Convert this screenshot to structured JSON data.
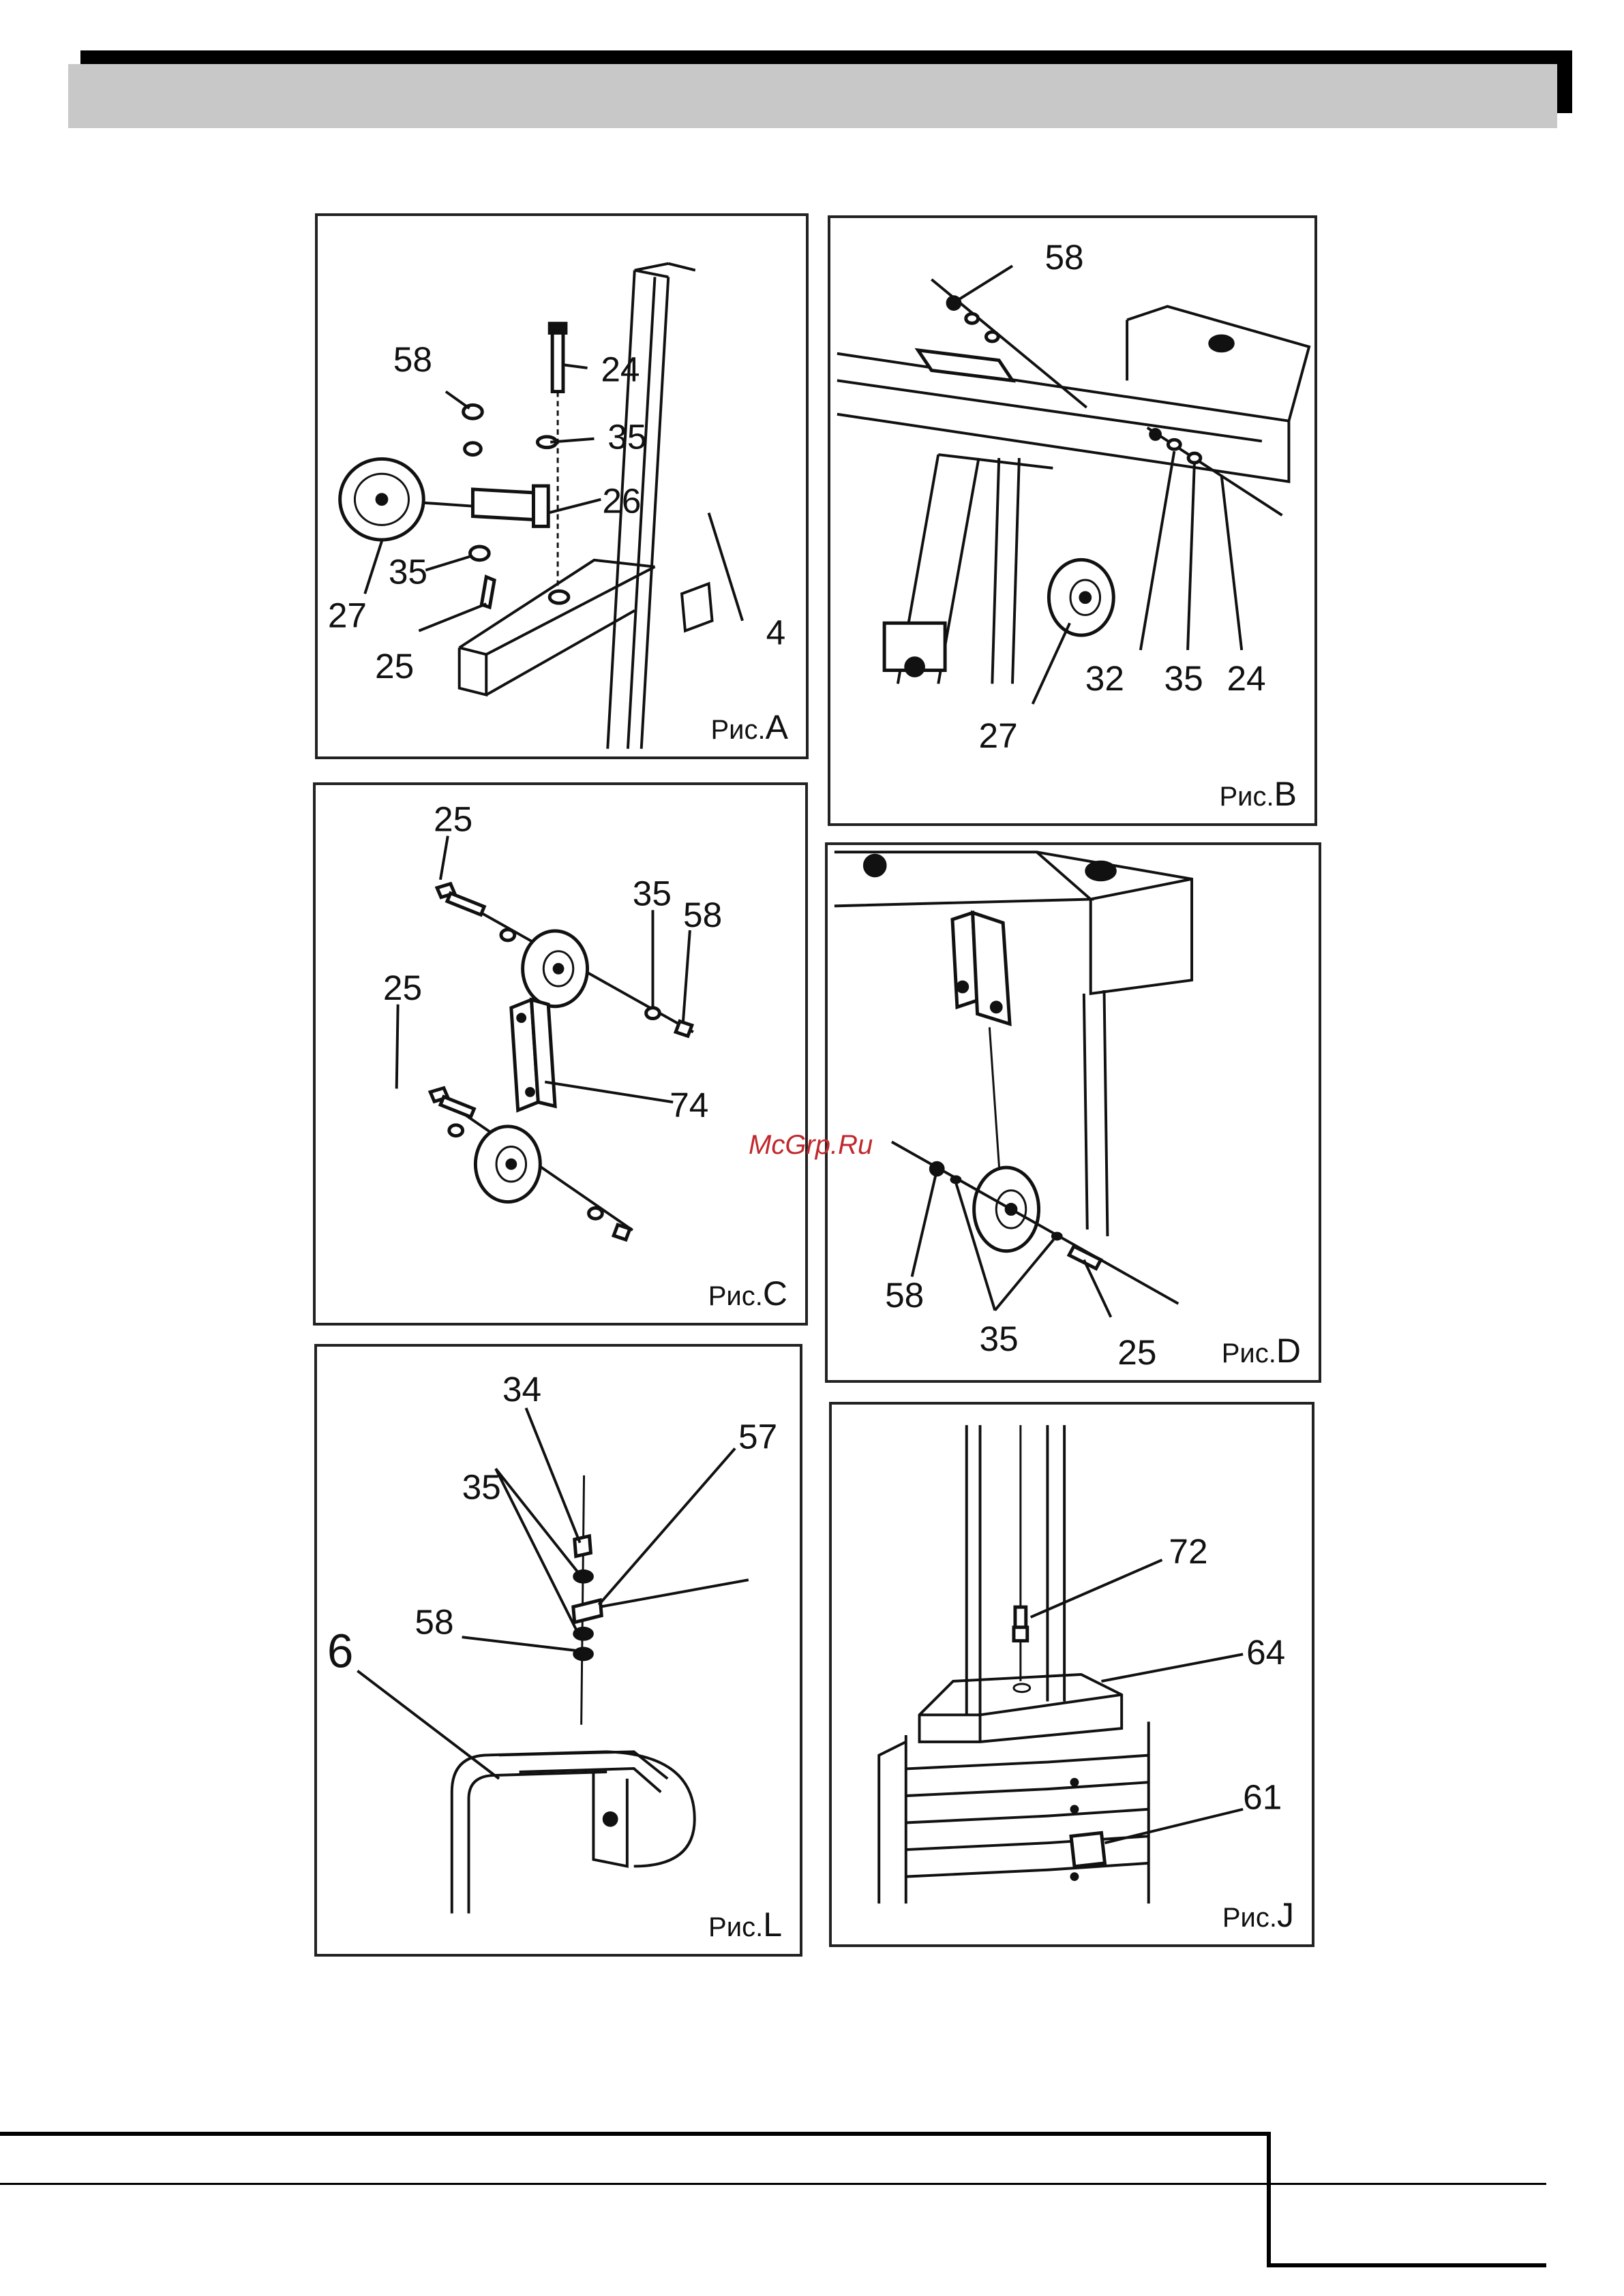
{
  "watermark": "McGrp.Ru",
  "figures": [
    {
      "id": "A",
      "caption_prefix": "Рис.",
      "caption_letter": "A",
      "labels": [
        "58",
        "24",
        "35",
        "26",
        "27",
        "35",
        "25",
        "4"
      ]
    },
    {
      "id": "B",
      "caption_prefix": "Рис.",
      "caption_letter": "B",
      "labels": [
        "58",
        "27",
        "32",
        "35",
        "24"
      ]
    },
    {
      "id": "C",
      "caption_prefix": "Рис.",
      "caption_letter": "C",
      "labels": [
        "25",
        "35",
        "58",
        "25",
        "74"
      ]
    },
    {
      "id": "D",
      "caption_prefix": "Рис.",
      "caption_letter": "D",
      "labels": [
        "58",
        "35",
        "25"
      ]
    },
    {
      "id": "L",
      "caption_prefix": "Рис.",
      "caption_letter": "L",
      "labels": [
        "34",
        "57",
        "35",
        "58",
        "6"
      ]
    },
    {
      "id": "J",
      "caption_prefix": "Рис.",
      "caption_letter": "J",
      "labels": [
        "72",
        "64",
        "61"
      ]
    }
  ]
}
